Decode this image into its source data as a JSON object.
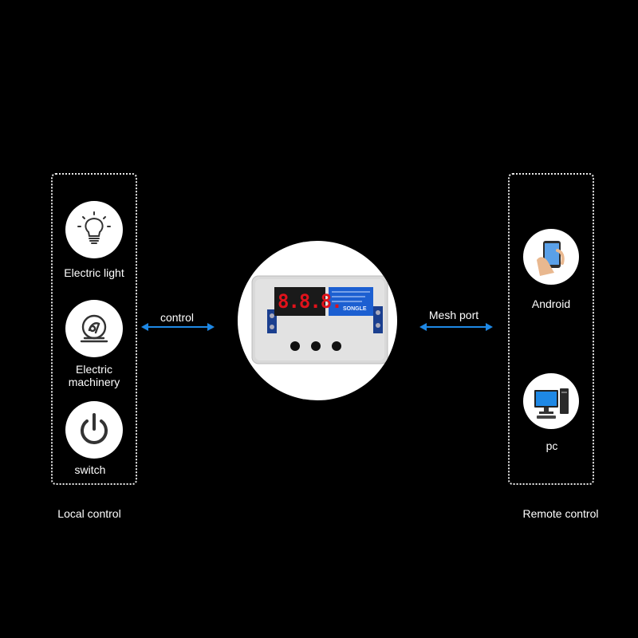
{
  "left_panel": {
    "items": [
      {
        "label": "Electric light",
        "icon": "light-bulb-icon"
      },
      {
        "label": "Electric\nmachinery",
        "icon": "motor-icon"
      },
      {
        "label": "switch",
        "icon": "power-icon"
      }
    ],
    "caption": "Local control"
  },
  "right_panel": {
    "items": [
      {
        "label": "Android",
        "icon": "phone-in-hand-icon"
      },
      {
        "label": "pc",
        "icon": "computer-icon"
      }
    ],
    "caption": "Remote control"
  },
  "connections": {
    "left_label": "control",
    "right_label": "Mesh port"
  },
  "device": {
    "display": "8.8.8.",
    "relay_text": "SONGLE",
    "icon": "relay-module-icon"
  },
  "colors": {
    "background": "#000000",
    "arrow": "#1e88e5",
    "panel_border": "#e8e8e8",
    "display_digits": "#e0121b",
    "relay": "#1c5fd1"
  }
}
